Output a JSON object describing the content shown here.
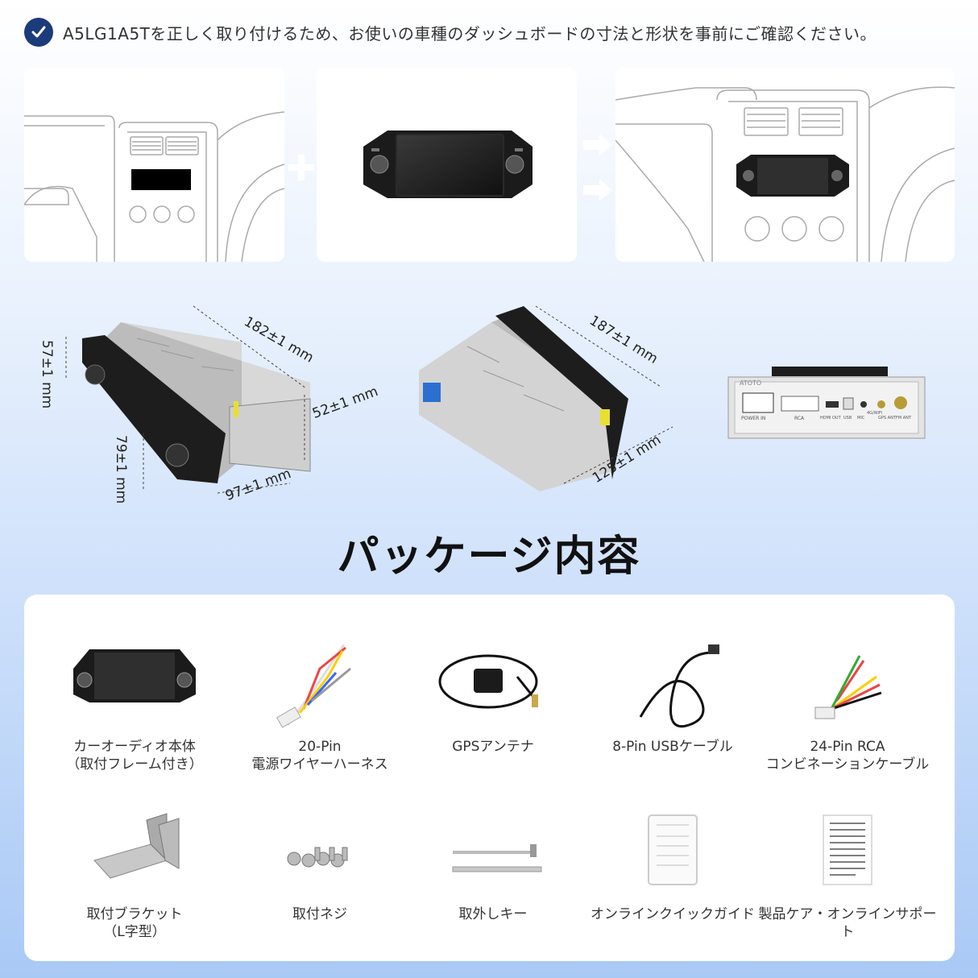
{
  "header": {
    "check_icon": "check-circle-icon",
    "text": "A5LG1A5Tを正しく取り付けるため、お使いの車種のダッシュボードの寸法と形状を事前にご確認ください。"
  },
  "dimensions": {
    "height_front": "57±1 mm",
    "depth_top": "182±1 mm",
    "chassis_height": "52±1 mm",
    "face_height": "79±1 mm",
    "face_depth": "97±1 mm",
    "depth_alt": "187±1 mm",
    "width_bottom": "125±1 mm",
    "rear_brand": "ATOTO",
    "rear_labels": [
      "POWER IN",
      "RCA",
      "HDMI OUT",
      "USB",
      "MIC",
      "4G/WiFi",
      "GPS ANT",
      "FM ANT"
    ]
  },
  "section_title": "パッケージ内容",
  "package": {
    "items": [
      {
        "line1": "カーオーディオ本体",
        "line2": "（取付フレーム付き）"
      },
      {
        "line1": "20-Pin",
        "line2": "電源ワイヤーハーネス"
      },
      {
        "line1": "GPSアンテナ",
        "line2": ""
      },
      {
        "line1": "8-Pin USBケーブル",
        "line2": ""
      },
      {
        "line1": "24-Pin RCA",
        "line2": "コンビネーションケーブル"
      },
      {
        "line1": "取付ブラケット",
        "line2": "（L字型）"
      },
      {
        "line1": "取付ネジ",
        "line2": ""
      },
      {
        "line1": "取外しキー",
        "line2": ""
      },
      {
        "line1": "オンラインクイックガイド",
        "line2": ""
      },
      {
        "line1": "製品ケア・オンラインサポート",
        "line2": ""
      }
    ]
  }
}
